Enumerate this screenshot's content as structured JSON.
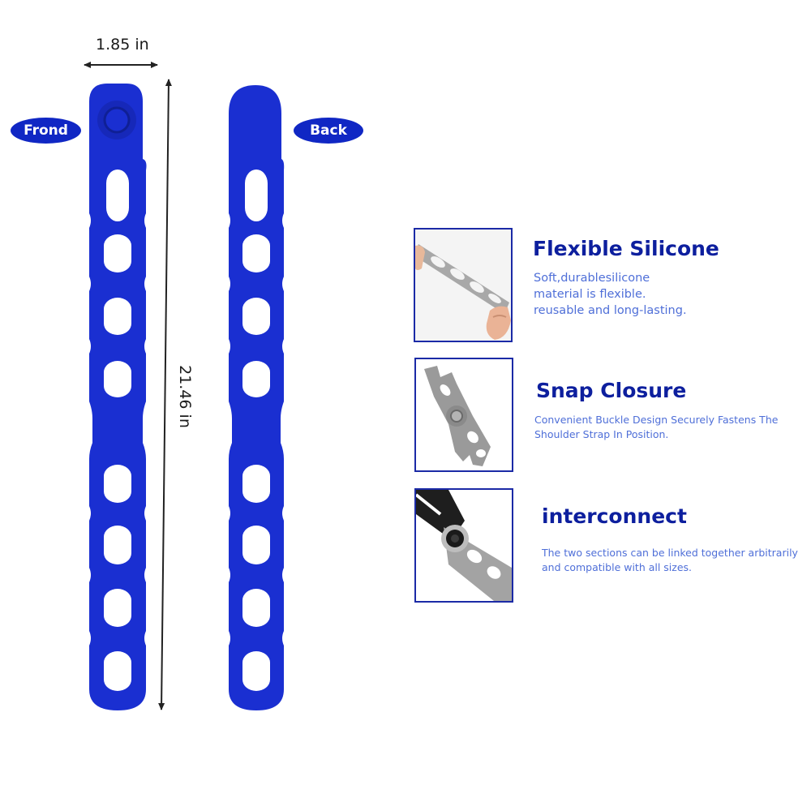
{
  "dimensions": {
    "width": "1.85 in",
    "length": "21.46 in"
  },
  "labels": {
    "front": "Frond",
    "back": "Back"
  },
  "colors": {
    "strap": "#1a2fd1",
    "strap_dark": "#1224a8",
    "badge": "#1027c4",
    "title": "#0d1f9e",
    "desc": "#4f6fd8",
    "thumb_border": "#1b2aa6",
    "silicone_gray": "#9a9a9a"
  },
  "features": [
    {
      "title": "Flexible Silicone",
      "desc_lines": [
        "Soft,durablesilicone",
        "material is flexible.",
        "reusable and long-lasting."
      ],
      "image": "hands-stretching-strap-photo"
    },
    {
      "title": "Snap Closure",
      "desc_lines": [
        "Convenient Buckle Design Securely Fastens The",
        "Shoulder Strap In Position."
      ],
      "image": "snap-buckle-photo"
    },
    {
      "title": "interconnect",
      "desc_lines": [
        "The two sections can be linked together arbitrarily",
        "and compatible with all sizes."
      ],
      "image": "linked-straps-photo"
    }
  ]
}
